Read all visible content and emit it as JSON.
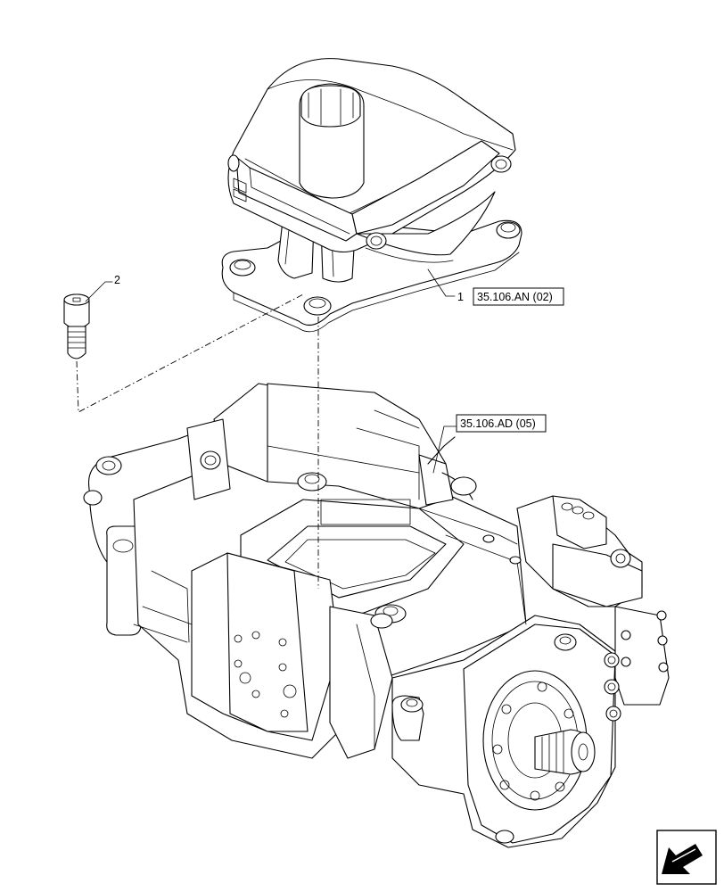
{
  "callouts": {
    "item1": {
      "number": "1",
      "reference": "35.106.AN (02)"
    },
    "item2": {
      "number": "2"
    },
    "pump_ref": {
      "reference": "35.106.AD (05)"
    }
  },
  "icons": {
    "navigation": "arrow-navigation-icon"
  }
}
